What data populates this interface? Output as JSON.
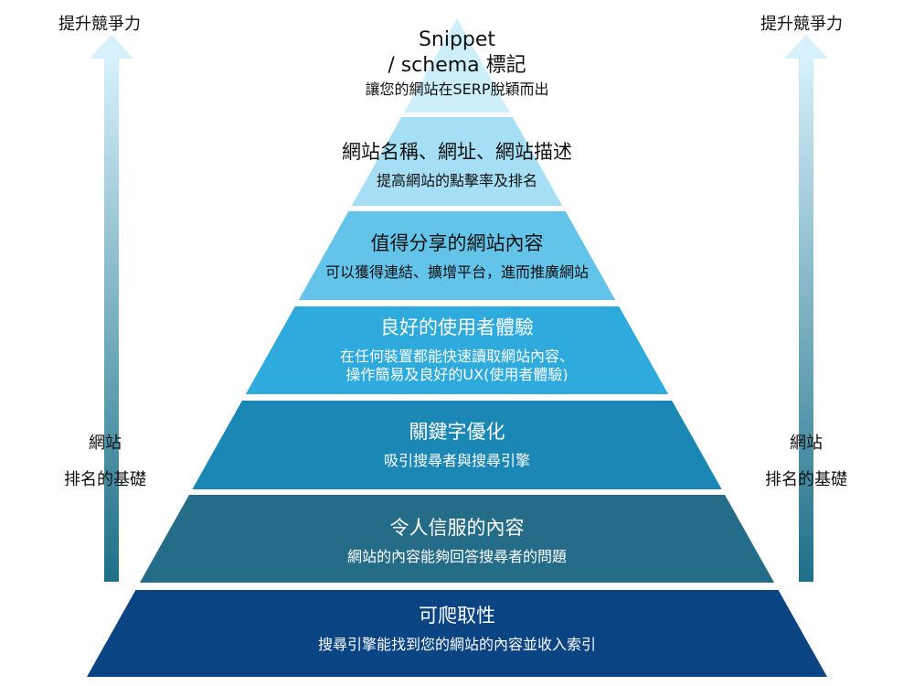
{
  "side_labels": {
    "top": "提升競爭力",
    "bottom_line1": "網站",
    "bottom_line2": "排名的基礎"
  },
  "layers": [
    {
      "title_line1": "Snippet",
      "title_line2": "/ schema 標記",
      "subtitle": "讓您的網站在SERP脫穎而出",
      "color": "#cdeefb"
    },
    {
      "title": "網站名稱、網址、網站描述",
      "subtitle": "提高網站的點擊率及排名",
      "color": "#a6dff5"
    },
    {
      "title": "值得分享的網站內容",
      "subtitle": "可以獲得連結、擴增平台，進而推廣網站",
      "color": "#63c3e9"
    },
    {
      "title": "良好的使用者體驗",
      "subtitle_line1": "在任何裝置都能快速讀取網站內容、",
      "subtitle_line2": "操作簡易及良好的UX(使用者體驗)",
      "color": "#2eaadc"
    },
    {
      "title": "關鍵字優化",
      "subtitle": "吸引搜尋者與搜尋引擎",
      "color": "#1a87b4"
    },
    {
      "title": "令人信服的內容",
      "subtitle": "網站的內容能夠回答搜尋者的問題",
      "color": "#246c87"
    },
    {
      "title": "可爬取性",
      "subtitle": "搜尋引擎能找到您的網站的內容並收入索引",
      "color": "#0a4483"
    }
  ]
}
